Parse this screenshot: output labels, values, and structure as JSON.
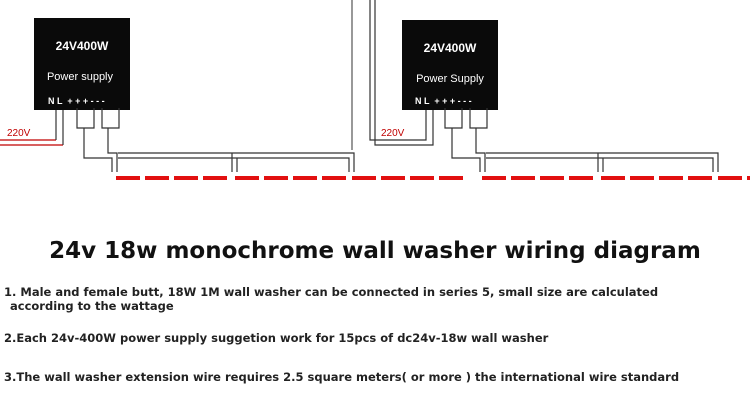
{
  "diagram": {
    "units": [
      {
        "psu_title": "24V400W",
        "psu_label": "Power supply",
        "terminals": "N L  + + + - - -",
        "input_label": "220V"
      },
      {
        "psu_title": "24V400W",
        "psu_label": "Power Supply",
        "terminals": "N L  + + + - - -",
        "input_label": "220V"
      }
    ],
    "colors": {
      "psu_body": "#0a0a0a",
      "psu_text": "#ffffff",
      "wire": "#333333",
      "input_wire": "#c00000",
      "lamp": "#e21010"
    }
  },
  "title": "24v 18w monochrome wall washer wiring diagram",
  "notes": {
    "note1_line1": "1. Male and female butt, 18W 1M wall washer can be connected in series 5, small size are calculated",
    "note1_line2": "according to the wattage",
    "note2": "2.Each 24v-400W  power supply suggetion work for 15pcs of dc24v-18w wall washer",
    "note3": "3.The wall washer extension wire requires 2.5 square meters( or more ) the international wire standard"
  }
}
